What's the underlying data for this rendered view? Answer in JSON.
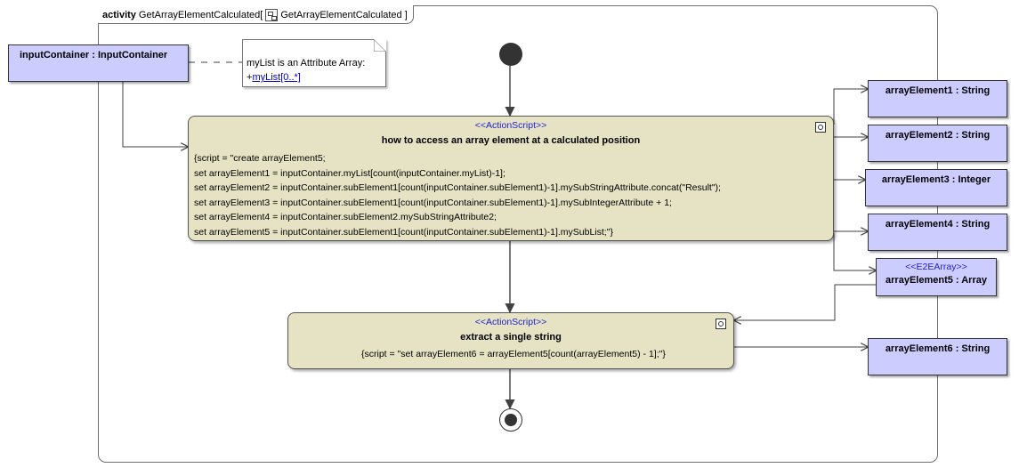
{
  "frame": {
    "keyword": "activity",
    "name": "GetArrayElementCalculated[",
    "behavior": "GetArrayElementCalculated ]"
  },
  "input_object": "inputContainer : InputContainer",
  "note": {
    "line1": "myList is an Attribute Array:",
    "prefix": "+",
    "link": "myList[0..*]"
  },
  "action1": {
    "stereotype": "<<ActionScript>>",
    "title": "how to access an array element at a calculated position",
    "code": [
      "{script = \"create arrayElement5;",
      "set arrayElement1 = inputContainer.myList[count(inputContainer.myList)-1];",
      "set arrayElement2 = inputContainer.subElement1[count(inputContainer.subElement1)-1].mySubStringAttribute.concat(\"Result\");",
      "set arrayElement3 = inputContainer.subElement1[count(inputContainer.subElement1)-1].mySubIntegerAttribute + 1;",
      "set arrayElement4 = inputContainer.subElement2.mySubStringAttribute2;",
      "set arrayElement5 = inputContainer.subElement1[count(inputContainer.subElement1)-1].mySubList;\"}"
    ]
  },
  "action2": {
    "stereotype": "<<ActionScript>>",
    "title": "extract a single string",
    "code": "{script = \"set arrayElement6 = arrayElement5[count(arrayElement5) - 1];\"}"
  },
  "outputs": {
    "el1": "arrayElement1 : String",
    "el2": "arrayElement2 : String",
    "el3": "arrayElement3 : Integer",
    "el4": "arrayElement4 : String",
    "el5_stereotype": "<<E2EArray>>",
    "el5": "arrayElement5 : Array",
    "el6": "arrayElement6 : String"
  },
  "colors": {
    "object_fill": "#ccccff",
    "action_fill": "#e6e3c4",
    "stereotype_text": "#2222cc",
    "edge": "#404040"
  }
}
